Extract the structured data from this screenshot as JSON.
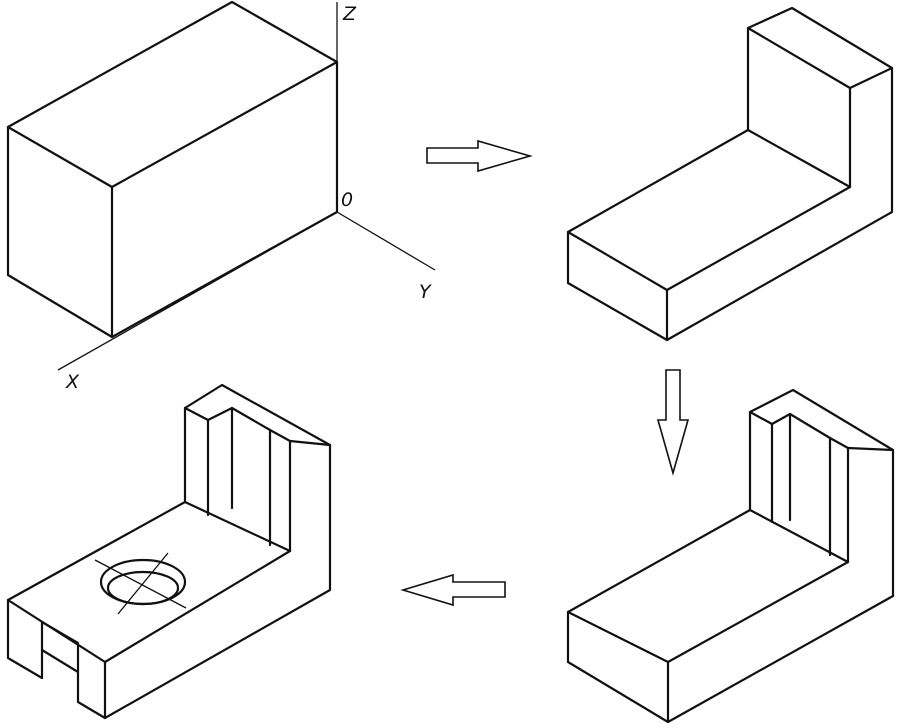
{
  "axes": {
    "x_label": "X",
    "y_label": "Y",
    "z_label": "Z",
    "origin_label": "0"
  },
  "colors": {
    "stroke": "#111111",
    "background": "#ffffff"
  }
}
